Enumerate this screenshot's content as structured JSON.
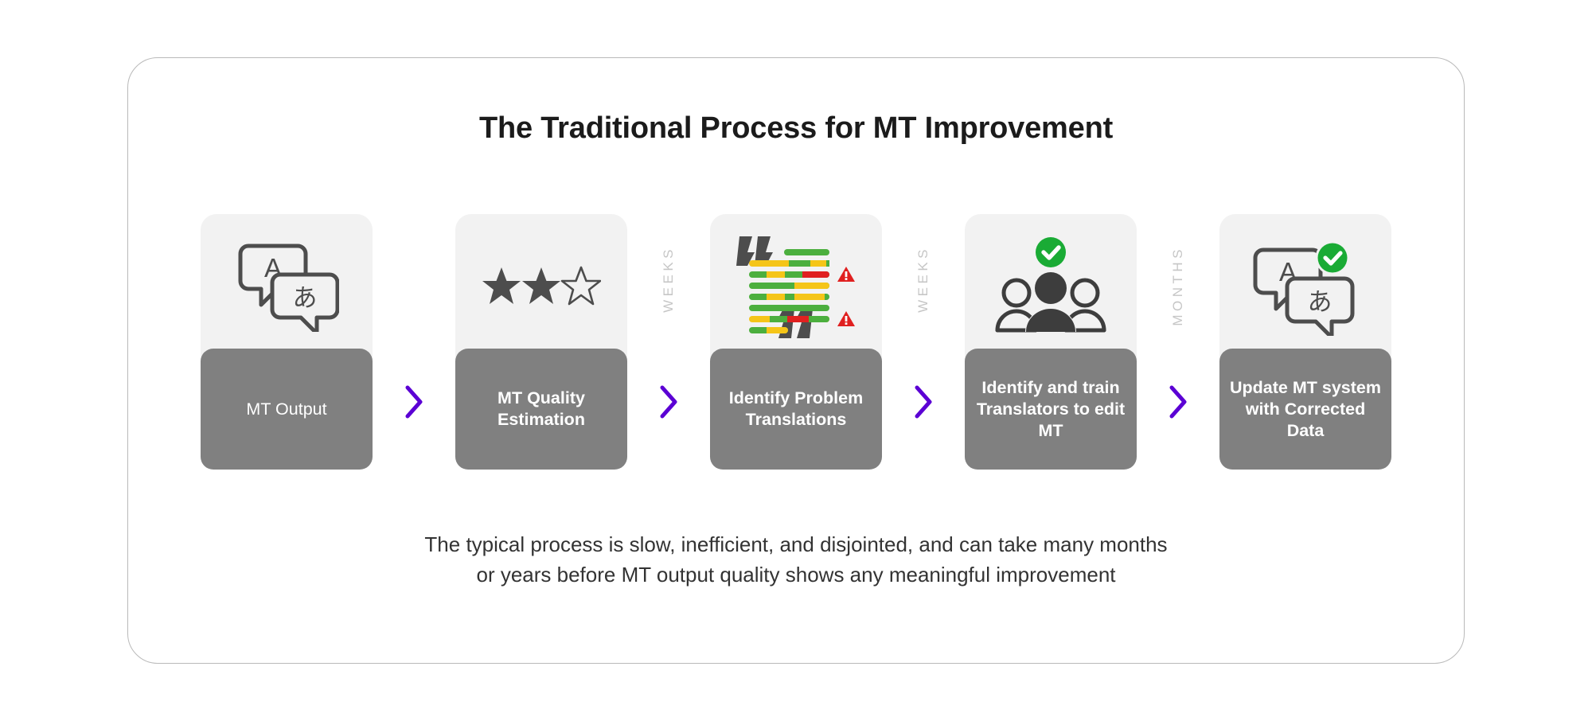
{
  "title": "The Traditional Process for MT Improvement",
  "colors": {
    "panel_border": "#b9b9b9",
    "icon_card": "#f2f2f2",
    "label_card": "#808080",
    "chevron": "#5b00d4",
    "duration_text": "#c6c6c6",
    "check_green": "#1aab35",
    "warning_red": "#e02020",
    "bar_green": "#4caf3e",
    "bar_yellow": "#f5c518",
    "bar_red": "#e02020",
    "icon_stroke": "#4d4d4d"
  },
  "steps": [
    {
      "label": "MT Output",
      "bold": false,
      "icon": "translate-bubbles-icon",
      "icon_letters": {
        "latin": "A",
        "japanese": "あ"
      }
    },
    {
      "label": "MT Quality Estimation",
      "bold": true,
      "icon": "star-rating-icon",
      "stars_filled": 2,
      "stars_total": 3
    },
    {
      "label": "Identify Problem Translations",
      "bold": true,
      "icon": "quoted-text-quality-bars-icon",
      "warnings": 2
    },
    {
      "label": "Identify and train Translators to edit MT",
      "bold": true,
      "icon": "people-group-check-icon"
    },
    {
      "label": "Update MT system with Corrected Data",
      "bold": true,
      "icon": "translate-bubbles-check-icon",
      "icon_letters": {
        "latin": "A",
        "japanese": "あ"
      }
    }
  ],
  "separators": [
    {
      "duration": "",
      "chevron": "chevron-right-icon"
    },
    {
      "duration": "WEEKS",
      "chevron": "chevron-right-icon"
    },
    {
      "duration": "WEEKS",
      "chevron": "chevron-right-icon"
    },
    {
      "duration": "MONTHS",
      "chevron": "chevron-right-icon"
    }
  ],
  "caption": {
    "line1": "The typical process is slow, inefficient, and disjointed, and can take many months",
    "line2": "or years before MT output quality shows any meaningful improvement"
  },
  "chart_data": {
    "type": "diagram",
    "title": "The Traditional Process for MT Improvement",
    "stages": [
      "MT Output",
      "MT Quality Estimation",
      "Identify Problem Translations",
      "Identify and train Translators to edit MT",
      "Update MT system with Corrected Data"
    ],
    "transitions": [
      "",
      "WEEKS",
      "WEEKS",
      "MONTHS"
    ],
    "quality_bars": [
      {
        "row": 1,
        "segments": [
          {
            "color": "green",
            "pct": 100
          }
        ],
        "indent": 44,
        "width": 56,
        "warning": false
      },
      {
        "row": 2,
        "segments": [
          {
            "color": "yellow",
            "pct": 50
          },
          {
            "color": "green",
            "pct": 26
          },
          {
            "color": "yellow",
            "pct": 20
          },
          {
            "color": "green",
            "pct": 4
          }
        ],
        "indent": 0,
        "width": 100,
        "warning": false
      },
      {
        "row": 3,
        "segments": [
          {
            "color": "green",
            "pct": 22
          },
          {
            "color": "yellow",
            "pct": 22
          },
          {
            "color": "green",
            "pct": 22
          },
          {
            "color": "red",
            "pct": 34
          }
        ],
        "indent": 0,
        "width": 100,
        "warning": true
      },
      {
        "row": 4,
        "segments": [
          {
            "color": "green",
            "pct": 56
          },
          {
            "color": "yellow",
            "pct": 44
          }
        ],
        "indent": 0,
        "width": 100,
        "warning": false
      },
      {
        "row": 5,
        "segments": [
          {
            "color": "green",
            "pct": 22
          },
          {
            "color": "yellow",
            "pct": 22
          },
          {
            "color": "green",
            "pct": 12
          },
          {
            "color": "yellow",
            "pct": 38
          },
          {
            "color": "green",
            "pct": 6
          }
        ],
        "indent": 0,
        "width": 100,
        "warning": false
      },
      {
        "row": 6,
        "segments": [
          {
            "color": "green",
            "pct": 100
          }
        ],
        "indent": 0,
        "width": 100,
        "warning": false
      },
      {
        "row": 7,
        "segments": [
          {
            "color": "yellow",
            "pct": 26
          },
          {
            "color": "green",
            "pct": 22
          },
          {
            "color": "red",
            "pct": 26
          },
          {
            "color": "green",
            "pct": 26
          }
        ],
        "indent": 0,
        "width": 100,
        "warning": true
      },
      {
        "row": 8,
        "segments": [
          {
            "color": "green",
            "pct": 46
          },
          {
            "color": "yellow",
            "pct": 54
          }
        ],
        "indent": 0,
        "width": 48,
        "warning": false
      }
    ],
    "caption": "The typical process is slow, inefficient, and disjointed, and can take many months or years before MT output quality shows any meaningful improvement"
  }
}
